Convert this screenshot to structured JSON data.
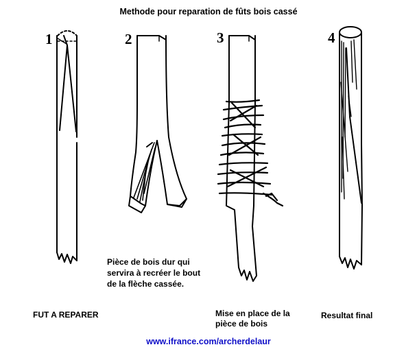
{
  "title": "Methode pour reparation de fûts bois cassé",
  "steps": [
    {
      "number": "1",
      "caption": "FUT A REPARER"
    },
    {
      "number": "2",
      "caption": ""
    },
    {
      "number": "3",
      "caption_lines": [
        "Mise en place de la",
        "pièce de bois"
      ]
    },
    {
      "number": "4",
      "caption": "Resultat final"
    }
  ],
  "note_lines": [
    "Pièce de bois dur qui",
    "servira à recréer le bout",
    "de la flèche cassée."
  ],
  "url": "www.ifrance.com/archerdelaur"
}
